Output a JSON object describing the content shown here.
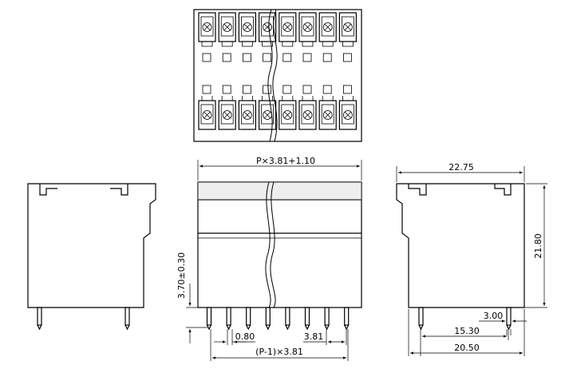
{
  "drawing": {
    "front_view": {
      "width_label": "P×3.81+1.10",
      "height_label": "3.70±0.30",
      "pin_width_label": "0.80",
      "pitch_label": "3.81",
      "pin_span_label": "(P-1)×3.81"
    },
    "side_view": {
      "top_width_label": "22.75",
      "height_label": "21.80",
      "pin_offset_label": "3.00",
      "pin_span_label": "15.30",
      "base_width_label": "20.50"
    }
  }
}
